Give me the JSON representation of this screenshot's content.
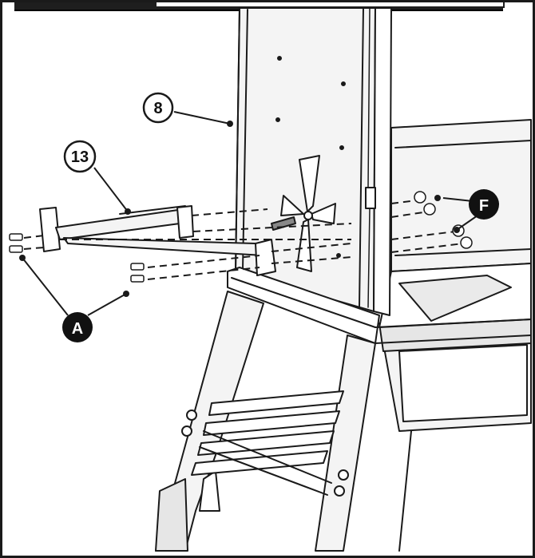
{
  "callouts": {
    "part_8": "8",
    "part_13": "13",
    "hardware_a": "A",
    "hardware_f": "F"
  },
  "colors": {
    "line": "#1a1a1a",
    "fill_light": "#f4f4f4",
    "fill_mid": "#d9d9d9",
    "fill_dark": "#2a2a2a",
    "callout_dark": "#111111"
  }
}
